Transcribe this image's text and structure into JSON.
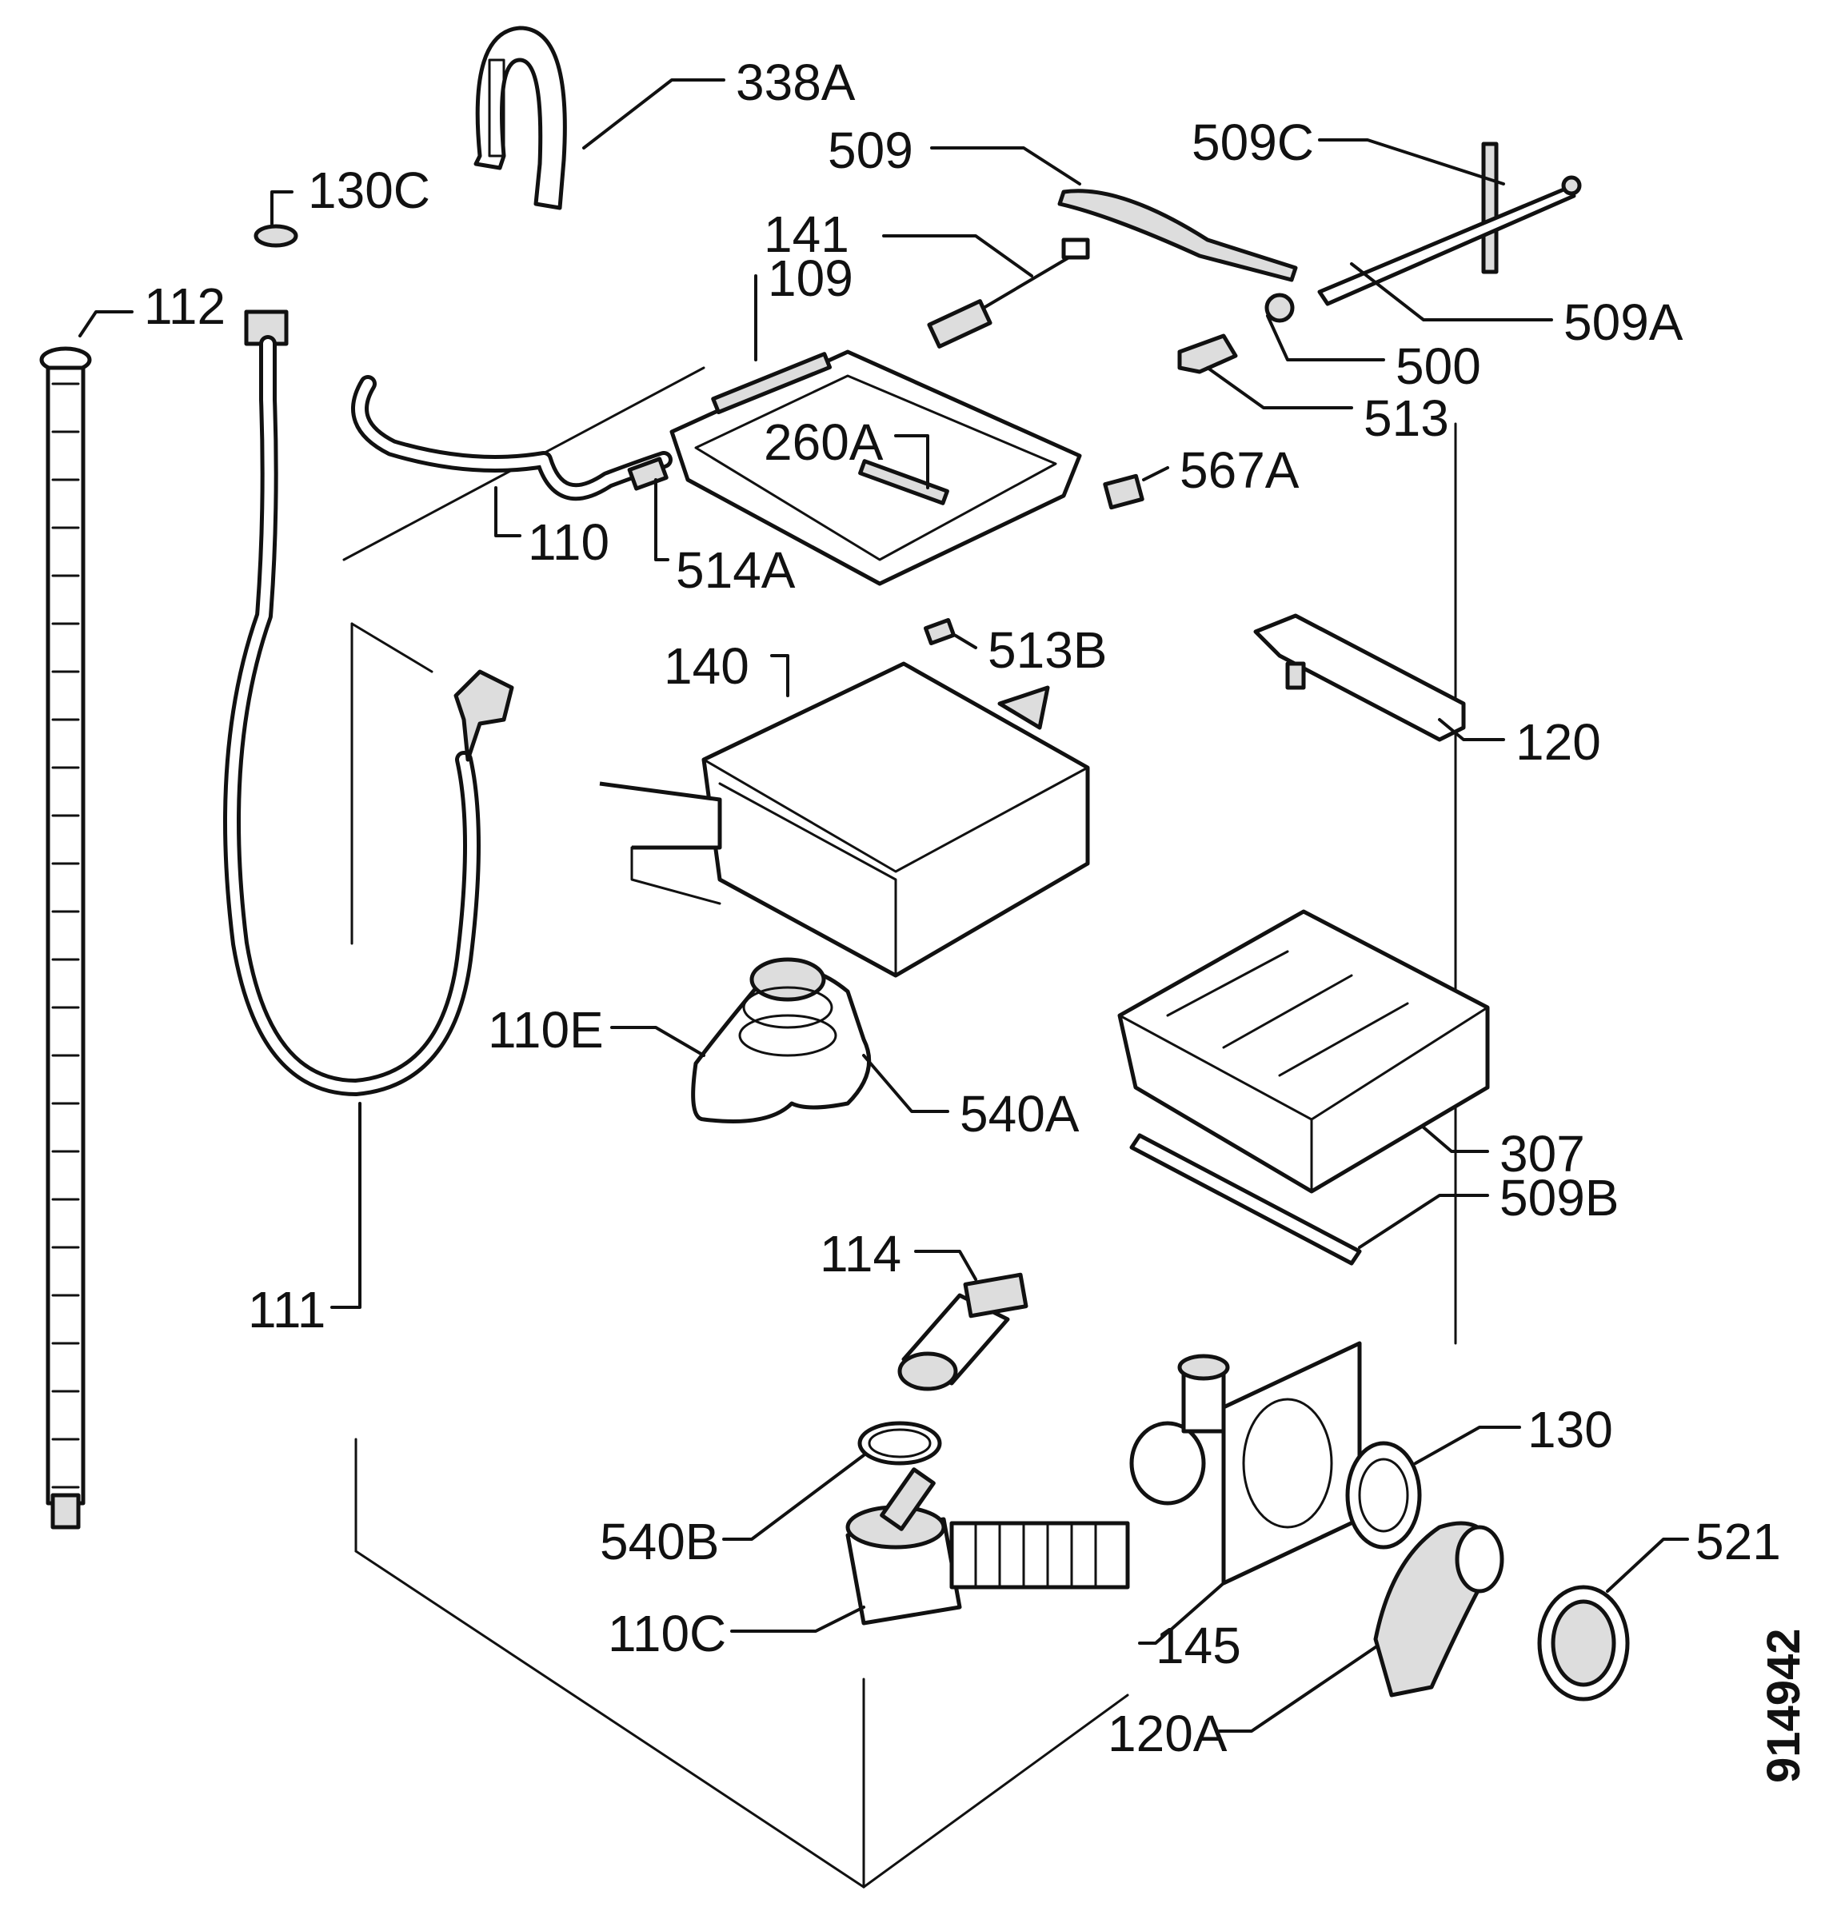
{
  "labels": {
    "p338A": "338A",
    "p130C": "130C",
    "p509": "509",
    "p509C": "509C",
    "p141": "141",
    "p109": "109",
    "p112": "112",
    "p509A": "509A",
    "p500": "500",
    "p513": "513",
    "p260A": "260A",
    "p567A": "567A",
    "p110": "110",
    "p514A": "514A",
    "p513B": "513B",
    "p140": "140",
    "p120": "120",
    "p110E": "110E",
    "p540A": "540A",
    "p307": "307",
    "p509B": "509B",
    "p114": "114",
    "p111": "111",
    "p130": "130",
    "p521": "521",
    "p540B": "540B",
    "p110C": "110C",
    "p145": "145",
    "p120A": "120A"
  },
  "drawing_number": "914942"
}
